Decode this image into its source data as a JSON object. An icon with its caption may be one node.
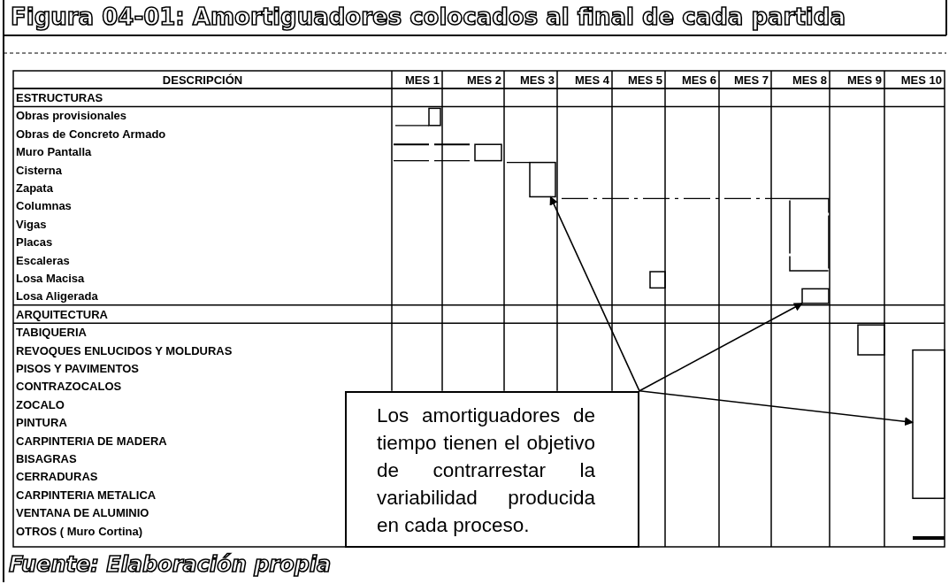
{
  "diagram": {
    "title": "Figura 04-01: Amortiguadores colocados al final de cada partida",
    "caption": "Fuente: Elaboración propia",
    "nodes": [
      {
        "text": [
          "Los amortiguadores de tiempo tienen el objetivo de contrarrestar la variabilidad producida en cada proceso."
        ]
      },
      {
        "text": [],
        "shape": "box"
      },
      {
        "text": [],
        "shape": "box"
      },
      {
        "text": [],
        "shape": "box"
      }
    ],
    "edges": [
      {
        "from": 0,
        "to": 1,
        "arrow": "to"
      },
      {
        "from": 0,
        "to": 2,
        "arrow": "to"
      },
      {
        "from": 0,
        "to": 3,
        "arrow": "to"
      }
    ],
    "labels": [
      "DESCRIPCIÓN",
      "MES 1",
      "MES 2",
      "MES 3",
      "MES 4",
      "MES 5",
      "MES 6",
      "MES 7",
      "MES 8",
      "MES 9",
      "MES 10",
      "ESTRUCTURAS",
      "Obras provisionales",
      "Obras de Concreto Armado",
      "Muro Pantalla",
      "Cisterna",
      "Zapata",
      "Columnas",
      "Vigas",
      "Placas",
      "Escaleras",
      "Losa Macisa",
      "Losa Aligerada",
      "ARQUITECTURA",
      "TABIQUERIA",
      "REVOQUES ENLUCIDOS Y MOLDURAS",
      "PISOS Y PAVIMENTOS",
      "CONTRAZOCALOS",
      "ZOCALO",
      "PINTURA",
      "CARPINTERIA DE MADERA",
      "BISAGRAS",
      "CERRADURAS",
      "CARPINTERIA METALICA",
      "VENTANA DE ALUMINIO",
      "OTROS ( Muro Cortina)"
    ]
  }
}
